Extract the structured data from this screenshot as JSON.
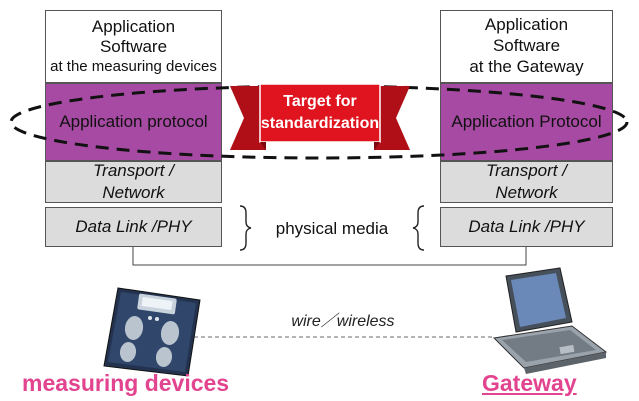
{
  "left_stack": {
    "app_line1": "Application",
    "app_line2": "Software",
    "app_line3": "at the measuring devices",
    "protocol": "Application protocol",
    "transport_line1": "Transport /",
    "transport_line2": "Network",
    "datalink": "Data Link /PHY"
  },
  "right_stack": {
    "app_line1": "Application",
    "app_line2": "Software",
    "app_line3": "at the Gateway",
    "protocol": "Application Protocol",
    "transport_line1": "Transport /",
    "transport_line2": "Network",
    "datalink": "Data Link /PHY"
  },
  "banner": {
    "line1": "Target for",
    "line2": "standardization"
  },
  "physical_media": "physical media",
  "connection": "wire／wireless",
  "left_device": {
    "icon": "body-composition-scale-icon",
    "label": "measuring devices"
  },
  "right_device": {
    "icon": "laptop-icon",
    "label": "Gateway"
  },
  "colors": {
    "protocol": "#a74aa3",
    "banner": "#e0141e",
    "layer_gray": "#dcdcdc",
    "caption": "#e2448f"
  }
}
